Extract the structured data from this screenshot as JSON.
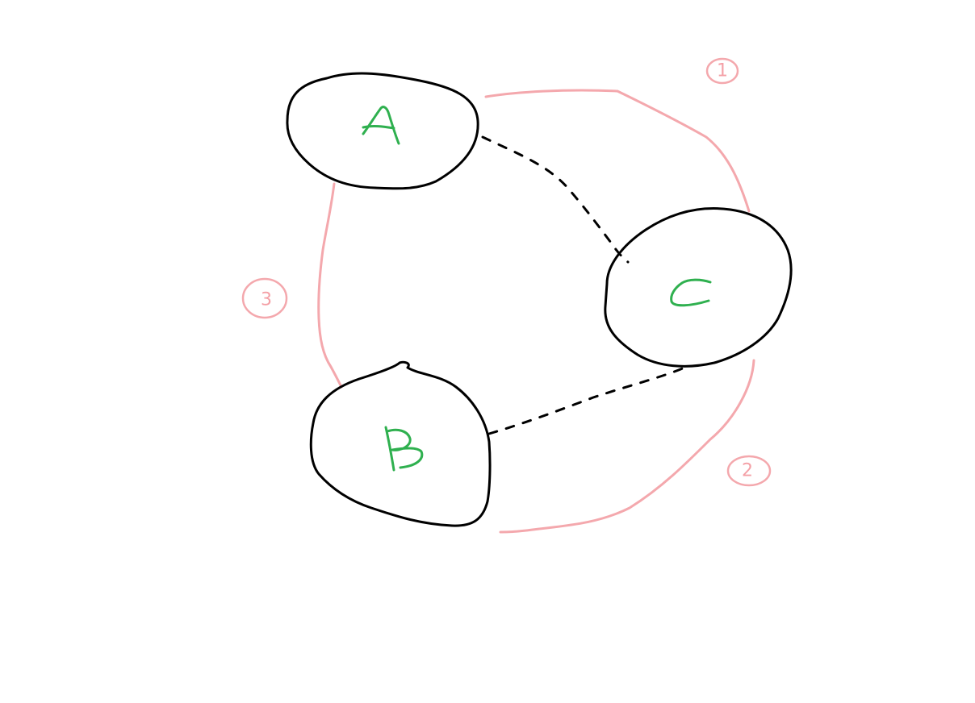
{
  "diagram": {
    "nodes": [
      {
        "id": "A",
        "label": "A"
      },
      {
        "id": "B",
        "label": "B"
      },
      {
        "id": "C",
        "label": "C"
      }
    ],
    "dashed_links": [
      {
        "from": "A",
        "to": "C"
      },
      {
        "from": "B",
        "to": "C"
      }
    ],
    "arcs": [
      {
        "between": [
          "A",
          "C"
        ],
        "number": "1"
      },
      {
        "between": [
          "C",
          "B"
        ],
        "number": "2"
      },
      {
        "between": [
          "B",
          "A"
        ],
        "number": "3"
      }
    ],
    "colors": {
      "node_outline": "#000000",
      "node_letter": "#2fb04f",
      "arc": "#f4a8ad",
      "background": "#ffffff"
    }
  }
}
